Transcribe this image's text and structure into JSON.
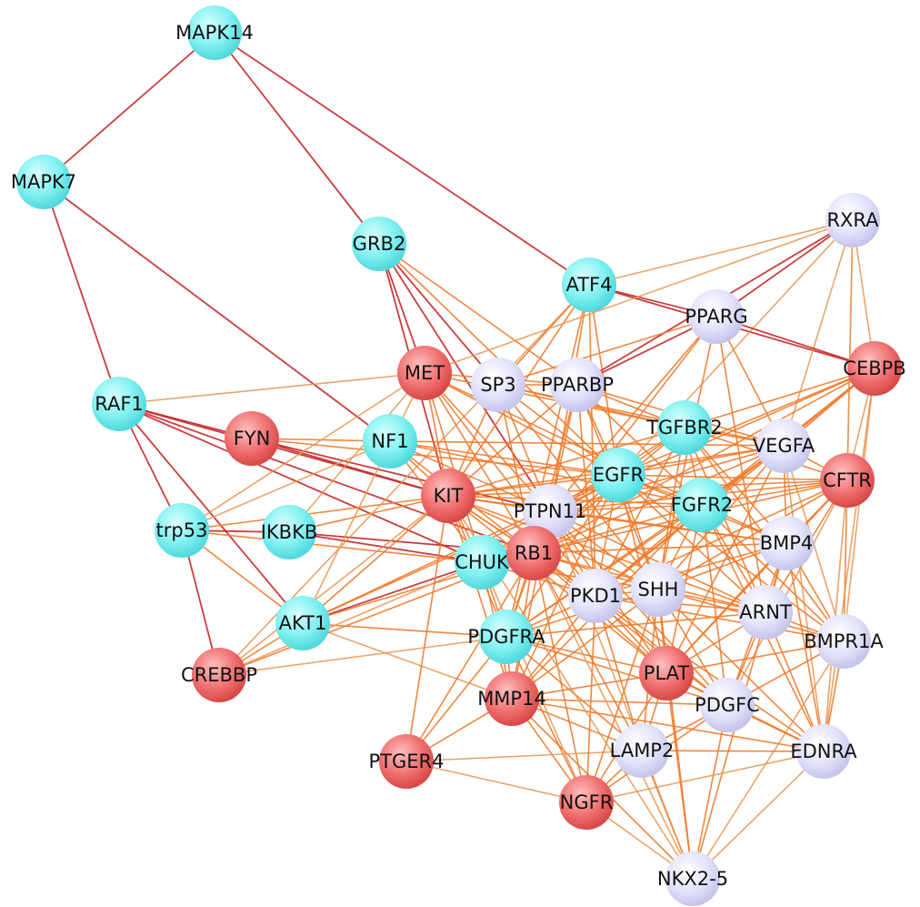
{
  "colors": {
    "cyan": "#7ff2f2",
    "red": "#ef6f6f",
    "lavender": "#dcdcf7",
    "edge_orange": "#f07a2a",
    "edge_red": "#c62828",
    "edge_tan": "#e89450"
  },
  "nodes": [
    {
      "id": "MAPK14",
      "label": "MAPK14",
      "color": "cyan"
    },
    {
      "id": "MAPK7",
      "label": "MAPK7",
      "color": "cyan"
    },
    {
      "id": "GRB2",
      "label": "GRB2",
      "color": "cyan"
    },
    {
      "id": "ATF4",
      "label": "ATF4",
      "color": "cyan"
    },
    {
      "id": "RXRA",
      "label": "RXRA",
      "color": "lavender"
    },
    {
      "id": "PPARG",
      "label": "PPARG",
      "color": "lavender"
    },
    {
      "id": "CEBPB",
      "label": "CEBPB",
      "color": "red"
    },
    {
      "id": "MET",
      "label": "MET",
      "color": "red"
    },
    {
      "id": "SP3",
      "label": "SP3",
      "color": "lavender"
    },
    {
      "id": "PPARBP",
      "label": "PPARBP",
      "color": "lavender"
    },
    {
      "id": "RAF1",
      "label": "RAF1",
      "color": "cyan"
    },
    {
      "id": "FYN",
      "label": "FYN",
      "color": "red"
    },
    {
      "id": "NF1",
      "label": "NF1",
      "color": "cyan"
    },
    {
      "id": "TGFBR2",
      "label": "TGFBR2",
      "color": "cyan"
    },
    {
      "id": "VEGFA",
      "label": "VEGFA",
      "color": "lavender"
    },
    {
      "id": "CFTR",
      "label": "CFTR",
      "color": "red"
    },
    {
      "id": "EGFR",
      "label": "EGFR",
      "color": "cyan"
    },
    {
      "id": "KIT",
      "label": "KIT",
      "color": "red"
    },
    {
      "id": "PTPN11",
      "label": "PTPN11",
      "color": "lavender"
    },
    {
      "id": "FGFR2",
      "label": "FGFR2",
      "color": "cyan"
    },
    {
      "id": "trp53",
      "label": "trp53",
      "color": "cyan"
    },
    {
      "id": "IKBKB",
      "label": "IKBKB",
      "color": "cyan"
    },
    {
      "id": "BMP4",
      "label": "BMP4",
      "color": "lavender"
    },
    {
      "id": "CHUK",
      "label": "CHUK",
      "color": "cyan"
    },
    {
      "id": "RB1",
      "label": "RB1",
      "color": "red"
    },
    {
      "id": "PKD1",
      "label": "PKD1",
      "color": "lavender"
    },
    {
      "id": "SHH",
      "label": "SHH",
      "color": "lavender"
    },
    {
      "id": "ARNT",
      "label": "ARNT",
      "color": "lavender"
    },
    {
      "id": "AKT1",
      "label": "AKT1",
      "color": "cyan"
    },
    {
      "id": "BMPR1A",
      "label": "BMPR1A",
      "color": "lavender"
    },
    {
      "id": "PDGFRA",
      "label": "PDGFRA",
      "color": "cyan"
    },
    {
      "id": "CREBBP",
      "label": "CREBBP",
      "color": "red"
    },
    {
      "id": "PLAT",
      "label": "PLAT",
      "color": "red"
    },
    {
      "id": "MMP14",
      "label": "MMP14",
      "color": "red"
    },
    {
      "id": "PDGFC",
      "label": "PDGFC",
      "color": "lavender"
    },
    {
      "id": "LAMP2",
      "label": "LAMP2",
      "color": "lavender"
    },
    {
      "id": "EDNRA",
      "label": "EDNRA",
      "color": "lavender"
    },
    {
      "id": "PTGER4",
      "label": "PTGER4",
      "color": "red"
    },
    {
      "id": "NGFR",
      "label": "NGFR",
      "color": "red"
    },
    {
      "id": "NKX2-5",
      "label": "NKX2-5",
      "color": "lavender"
    }
  ],
  "edges": [
    [
      "MAPK14",
      "MAPK7",
      "red"
    ],
    [
      "MAPK14",
      "GRB2",
      "red"
    ],
    [
      "MAPK14",
      "ATF4",
      "red"
    ],
    [
      "MAPK7",
      "RAF1",
      "red"
    ],
    [
      "MAPK7",
      "NF1",
      "red"
    ],
    [
      "GRB2",
      "MET",
      "red"
    ],
    [
      "GRB2",
      "SP3",
      "red"
    ],
    [
      "GRB2",
      "KIT",
      "red"
    ],
    [
      "GRB2",
      "PTPN11",
      "red"
    ],
    [
      "GRB2",
      "EGFR",
      "orange"
    ],
    [
      "GRB2",
      "PPARBP",
      "orange"
    ],
    [
      "RAF1",
      "FYN",
      "red"
    ],
    [
      "RAF1",
      "AKT1",
      "red"
    ],
    [
      "RAF1",
      "CHUK",
      "red"
    ],
    [
      "RAF1",
      "KIT",
      "red"
    ],
    [
      "RAF1",
      "MET",
      "tan"
    ],
    [
      "RAF1",
      "trp53",
      "red"
    ],
    [
      "RAF1",
      "RB1",
      "red"
    ],
    [
      "FYN",
      "KIT",
      "red"
    ],
    [
      "FYN",
      "EGFR",
      "orange"
    ],
    [
      "FYN",
      "PTPN11",
      "red"
    ],
    [
      "FYN",
      "NF1",
      "orange"
    ],
    [
      "trp53",
      "IKBKB",
      "red"
    ],
    [
      "trp53",
      "CREBBP",
      "red"
    ],
    [
      "trp53",
      "AKT1",
      "orange"
    ],
    [
      "trp53",
      "CHUK",
      "orange"
    ],
    [
      "trp53",
      "MET",
      "tan"
    ],
    [
      "trp53",
      "NF1",
      "tan"
    ],
    [
      "trp53",
      "KIT",
      "orange"
    ],
    [
      "IKBKB",
      "CHUK",
      "red"
    ],
    [
      "IKBKB",
      "RB1",
      "red"
    ],
    [
      "IKBKB",
      "KIT",
      "orange"
    ],
    [
      "AKT1",
      "CREBBP",
      "orange"
    ],
    [
      "AKT1",
      "CHUK",
      "red"
    ],
    [
      "AKT1",
      "RB1",
      "orange"
    ],
    [
      "AKT1",
      "KIT",
      "orange"
    ],
    [
      "AKT1",
      "PDGFRA",
      "orange"
    ],
    [
      "AKT1",
      "EGFR",
      "orange"
    ],
    [
      "AKT1",
      "PTPN11",
      "orange"
    ],
    [
      "AKT1",
      "MMP14",
      "tan"
    ],
    [
      "CREBBP",
      "ATF4",
      "tan"
    ],
    [
      "CREBBP",
      "RB1",
      "orange"
    ],
    [
      "CREBBP",
      "CHUK",
      "tan"
    ],
    [
      "CREBBP",
      "KIT",
      "tan"
    ],
    [
      "CREBBP",
      "PDGFRA",
      "tan"
    ],
    [
      "ATF4",
      "RXRA",
      "tan"
    ],
    [
      "ATF4",
      "PPARG",
      "red"
    ],
    [
      "ATF4",
      "CEBPB",
      "red"
    ],
    [
      "ATF4",
      "EGFR",
      "orange"
    ],
    [
      "ATF4",
      "KIT",
      "orange"
    ],
    [
      "ATF4",
      "PTPN11",
      "orange"
    ],
    [
      "ATF4",
      "PKD1",
      "orange"
    ],
    [
      "ATF4",
      "SP3",
      "orange"
    ],
    [
      "ATF4",
      "PDGFRA",
      "orange"
    ],
    [
      "RXRA",
      "PPARG",
      "red"
    ],
    [
      "RXRA",
      "PPARBP",
      "red"
    ],
    [
      "RXRA",
      "CEBPB",
      "tan"
    ],
    [
      "RXRA",
      "VEGFA",
      "tan"
    ],
    [
      "RXRA",
      "CFTR",
      "tan"
    ],
    [
      "RXRA",
      "BMPR1A",
      "tan"
    ],
    [
      "RXRA",
      "EGFR",
      "tan"
    ],
    [
      "RXRA",
      "MET",
      "tan"
    ],
    [
      "PPARG",
      "CEBPB",
      "red"
    ],
    [
      "PPARG",
      "PPARBP",
      "red"
    ],
    [
      "PPARG",
      "SP3",
      "orange"
    ],
    [
      "PPARG",
      "VEGFA",
      "orange"
    ],
    [
      "PPARG",
      "RB1",
      "orange"
    ],
    [
      "PPARG",
      "PTPN11",
      "orange"
    ],
    [
      "PPARG",
      "SHH",
      "orange"
    ],
    [
      "PPARG",
      "ARNT",
      "orange"
    ],
    [
      "CEBPB",
      "VEGFA",
      "orange"
    ],
    [
      "CEBPB",
      "EGFR",
      "orange"
    ],
    [
      "CEBPB",
      "FGFR2",
      "orange"
    ],
    [
      "CEBPB",
      "RB1",
      "orange"
    ],
    [
      "CEBPB",
      "PTPN11",
      "orange"
    ],
    [
      "CEBPB",
      "PKD1",
      "orange"
    ],
    [
      "CEBPB",
      "TGFBR2",
      "orange"
    ],
    [
      "CEBPB",
      "CFTR",
      "tan"
    ],
    [
      "CEBPB",
      "EDNRA",
      "tan"
    ],
    [
      "CEBPB",
      "BMPR1A",
      "tan"
    ],
    [
      "MET",
      "KIT",
      "orange"
    ],
    [
      "MET",
      "PTPN11",
      "orange"
    ],
    [
      "MET",
      "EGFR",
      "orange"
    ],
    [
      "MET",
      "RB1",
      "orange"
    ],
    [
      "MET",
      "FGFR2",
      "orange"
    ],
    [
      "MET",
      "CHUK",
      "orange"
    ],
    [
      "MET",
      "PKD1",
      "orange"
    ],
    [
      "MET",
      "TGFBR2",
      "orange"
    ],
    [
      "MET",
      "PPARBP",
      "orange"
    ],
    [
      "MET",
      "IKBKB",
      "tan"
    ],
    [
      "MET",
      "AKT1",
      "tan"
    ],
    [
      "SP3",
      "PPARBP",
      "orange"
    ],
    [
      "SP3",
      "EGFR",
      "orange"
    ],
    [
      "SP3",
      "RB1",
      "orange"
    ],
    [
      "SP3",
      "PTPN11",
      "orange"
    ],
    [
      "SP3",
      "KIT",
      "orange"
    ],
    [
      "SP3",
      "VEGFA",
      "orange"
    ],
    [
      "SP3",
      "TGFBR2",
      "orange"
    ],
    [
      "SP3",
      "SHH",
      "orange"
    ],
    [
      "PPARBP",
      "EGFR",
      "orange"
    ],
    [
      "PPARBP",
      "PTPN11",
      "orange"
    ],
    [
      "PPARBP",
      "RB1",
      "orange"
    ],
    [
      "PPARBP",
      "KIT",
      "orange"
    ],
    [
      "PPARBP",
      "TGFBR2",
      "orange"
    ],
    [
      "PPARBP",
      "FGFR2",
      "orange"
    ],
    [
      "PPARBP",
      "VEGFA",
      "orange"
    ],
    [
      "PPARBP",
      "PKD1",
      "orange"
    ],
    [
      "PPARBP",
      "SHH",
      "orange"
    ],
    [
      "NF1",
      "KIT",
      "orange"
    ],
    [
      "NF1",
      "EGFR",
      "orange"
    ],
    [
      "NF1",
      "PTPN11",
      "orange"
    ],
    [
      "NF1",
      "RB1",
      "orange"
    ],
    [
      "NF1",
      "CHUK",
      "orange"
    ],
    [
      "NF1",
      "FGFR2",
      "orange"
    ],
    [
      "NF1",
      "VEGFA",
      "orange"
    ],
    [
      "KIT",
      "PTPN11",
      "orange"
    ],
    [
      "KIT",
      "EGFR",
      "orange"
    ],
    [
      "KIT",
      "RB1",
      "orange"
    ],
    [
      "KIT",
      "CHUK",
      "orange"
    ],
    [
      "KIT",
      "FGFR2",
      "orange"
    ],
    [
      "KIT",
      "PDGFRA",
      "orange"
    ],
    [
      "KIT",
      "PKD1",
      "orange"
    ],
    [
      "KIT",
      "TGFBR2",
      "orange"
    ],
    [
      "KIT",
      "VEGFA",
      "orange"
    ],
    [
      "KIT",
      "CFTR",
      "orange"
    ],
    [
      "KIT",
      "MMP14",
      "orange"
    ],
    [
      "KIT",
      "PLAT",
      "orange"
    ],
    [
      "KIT",
      "SHH",
      "orange"
    ],
    [
      "KIT",
      "BMP4",
      "orange"
    ],
    [
      "KIT",
      "ARNT",
      "orange"
    ],
    [
      "EGFR",
      "PTPN11",
      "orange"
    ],
    [
      "EGFR",
      "FGFR2",
      "orange"
    ],
    [
      "EGFR",
      "TGFBR2",
      "orange"
    ],
    [
      "EGFR",
      "VEGFA",
      "orange"
    ],
    [
      "EGFR",
      "CFTR",
      "orange"
    ],
    [
      "EGFR",
      "RB1",
      "orange"
    ],
    [
      "EGFR",
      "CHUK",
      "orange"
    ],
    [
      "EGFR",
      "PKD1",
      "orange"
    ],
    [
      "EGFR",
      "SHH",
      "orange"
    ],
    [
      "EGFR",
      "BMP4",
      "orange"
    ],
    [
      "EGFR",
      "PDGFRA",
      "orange"
    ],
    [
      "EGFR",
      "MMP14",
      "orange"
    ],
    [
      "EGFR",
      "PLAT",
      "orange"
    ],
    [
      "EGFR",
      "ARNT",
      "orange"
    ],
    [
      "EGFR",
      "BMPR1A",
      "orange"
    ],
    [
      "TGFBR2",
      "VEGFA",
      "orange"
    ],
    [
      "TGFBR2",
      "FGFR2",
      "orange"
    ],
    [
      "TGFBR2",
      "PTPN11",
      "orange"
    ],
    [
      "TGFBR2",
      "CFTR",
      "orange"
    ],
    [
      "TGFBR2",
      "BMP4",
      "orange"
    ],
    [
      "TGFBR2",
      "SHH",
      "orange"
    ],
    [
      "TGFBR2",
      "RB1",
      "orange"
    ],
    [
      "TGFBR2",
      "PKD1",
      "orange"
    ],
    [
      "TGFBR2",
      "ARNT",
      "orange"
    ],
    [
      "TGFBR2",
      "BMPR1A",
      "orange"
    ],
    [
      "VEGFA",
      "CFTR",
      "orange"
    ],
    [
      "VEGFA",
      "FGFR2",
      "orange"
    ],
    [
      "VEGFA",
      "BMP4",
      "orange"
    ],
    [
      "VEGFA",
      "PTPN11",
      "orange"
    ],
    [
      "VEGFA",
      "RB1",
      "orange"
    ],
    [
      "VEGFA",
      "PKD1",
      "orange"
    ],
    [
      "VEGFA",
      "SHH",
      "orange"
    ],
    [
      "VEGFA",
      "PLAT",
      "orange"
    ],
    [
      "VEGFA",
      "PDGFRA",
      "orange"
    ],
    [
      "VEGFA",
      "EDNRA",
      "tan"
    ],
    [
      "VEGFA",
      "BMPR1A",
      "tan"
    ],
    [
      "CFTR",
      "FGFR2",
      "orange"
    ],
    [
      "CFTR",
      "BMP4",
      "orange"
    ],
    [
      "CFTR",
      "PTPN11",
      "orange"
    ],
    [
      "CFTR",
      "RB1",
      "orange"
    ],
    [
      "CFTR",
      "PKD1",
      "orange"
    ],
    [
      "CFTR",
      "SHH",
      "orange"
    ],
    [
      "CFTR",
      "ARNT",
      "orange"
    ],
    [
      "CFTR",
      "BMPR1A",
      "tan"
    ],
    [
      "CFTR",
      "PDGFC",
      "tan"
    ],
    [
      "CFTR",
      "EDNRA",
      "tan"
    ],
    [
      "CFTR",
      "PLAT",
      "orange"
    ],
    [
      "PTPN11",
      "FGFR2",
      "orange"
    ],
    [
      "PTPN11",
      "RB1",
      "orange"
    ],
    [
      "PTPN11",
      "CHUK",
      "orange"
    ],
    [
      "PTPN11",
      "PKD1",
      "orange"
    ],
    [
      "PTPN11",
      "SHH",
      "orange"
    ],
    [
      "PTPN11",
      "PDGFRA",
      "orange"
    ],
    [
      "PTPN11",
      "BMP4",
      "orange"
    ],
    [
      "PTPN11",
      "ARNT",
      "orange"
    ],
    [
      "PTPN11",
      "MMP14",
      "orange"
    ],
    [
      "PTPN11",
      "PLAT",
      "orange"
    ],
    [
      "PTPN11",
      "PDGFC",
      "orange"
    ],
    [
      "FGFR2",
      "BMP4",
      "orange"
    ],
    [
      "FGFR2",
      "SHH",
      "orange"
    ],
    [
      "FGFR2",
      "PKD1",
      "orange"
    ],
    [
      "FGFR2",
      "ARNT",
      "orange"
    ],
    [
      "FGFR2",
      "RB1",
      "orange"
    ],
    [
      "FGFR2",
      "PDGFRA",
      "orange"
    ],
    [
      "FGFR2",
      "BMPR1A",
      "orange"
    ],
    [
      "FGFR2",
      "PLAT",
      "orange"
    ],
    [
      "FGFR2",
      "PDGFC",
      "orange"
    ],
    [
      "FGFR2",
      "EDNRA",
      "orange"
    ],
    [
      "FGFR2",
      "MMP14",
      "orange"
    ],
    [
      "CHUK",
      "RB1",
      "red"
    ],
    [
      "CHUK",
      "PKD1",
      "orange"
    ],
    [
      "CHUK",
      "PDGFRA",
      "orange"
    ],
    [
      "CHUK",
      "MMP14",
      "orange"
    ],
    [
      "CHUK",
      "SHH",
      "orange"
    ],
    [
      "RB1",
      "PKD1",
      "orange"
    ],
    [
      "RB1",
      "SHH",
      "orange"
    ],
    [
      "RB1",
      "PDGFRA",
      "orange"
    ],
    [
      "RB1",
      "MMP14",
      "orange"
    ],
    [
      "RB1",
      "PLAT",
      "orange"
    ],
    [
      "RB1",
      "BMP4",
      "orange"
    ],
    [
      "RB1",
      "ARNT",
      "orange"
    ],
    [
      "RB1",
      "LAMP2",
      "orange"
    ],
    [
      "RB1",
      "NGFR",
      "orange"
    ],
    [
      "RB1",
      "PDGFC",
      "orange"
    ],
    [
      "PKD1",
      "SHH",
      "orange"
    ],
    [
      "PKD1",
      "PDGFRA",
      "orange"
    ],
    [
      "PKD1",
      "MMP14",
      "orange"
    ],
    [
      "PKD1",
      "PLAT",
      "orange"
    ],
    [
      "PKD1",
      "ARNT",
      "orange"
    ],
    [
      "PKD1",
      "BMP4",
      "orange"
    ],
    [
      "PKD1",
      "LAMP2",
      "orange"
    ],
    [
      "PKD1",
      "PDGFC",
      "orange"
    ],
    [
      "PKD1",
      "NGFR",
      "orange"
    ],
    [
      "PKD1",
      "BMPR1A",
      "orange"
    ],
    [
      "PKD1",
      "EDNRA",
      "orange"
    ],
    [
      "SHH",
      "ARNT",
      "orange"
    ],
    [
      "SHH",
      "BMP4",
      "orange"
    ],
    [
      "SHH",
      "PLAT",
      "orange"
    ],
    [
      "SHH",
      "PDGFC",
      "orange"
    ],
    [
      "SHH",
      "BMPR1A",
      "orange"
    ],
    [
      "SHH",
      "LAMP2",
      "orange"
    ],
    [
      "SHH",
      "NGFR",
      "orange"
    ],
    [
      "SHH",
      "MMP14",
      "orange"
    ],
    [
      "SHH",
      "PDGFRA",
      "orange"
    ],
    [
      "SHH",
      "EDNRA",
      "orange"
    ],
    [
      "SHH",
      "NKX2-5",
      "orange"
    ],
    [
      "BMP4",
      "ARNT",
      "orange"
    ],
    [
      "BMP4",
      "BMPR1A",
      "orange"
    ],
    [
      "BMP4",
      "PLAT",
      "orange"
    ],
    [
      "BMP4",
      "PDGFC",
      "orange"
    ],
    [
      "BMP4",
      "NKX2-5",
      "orange"
    ],
    [
      "BMP4",
      "EDNRA",
      "orange"
    ],
    [
      "ARNT",
      "BMPR1A",
      "orange"
    ],
    [
      "ARNT",
      "PLAT",
      "orange"
    ],
    [
      "ARNT",
      "PDGFC",
      "orange"
    ],
    [
      "ARNT",
      "EDNRA",
      "orange"
    ],
    [
      "BMPR1A",
      "EDNRA",
      "orange"
    ],
    [
      "BMPR1A",
      "PDGFC",
      "orange"
    ],
    [
      "BMPR1A",
      "PLAT",
      "orange"
    ],
    [
      "BMPR1A",
      "NKX2-5",
      "tan"
    ],
    [
      "PDGFRA",
      "MMP14",
      "orange"
    ],
    [
      "PDGFRA",
      "PLAT",
      "orange"
    ],
    [
      "PDGFRA",
      "LAMP2",
      "orange"
    ],
    [
      "PDGFRA",
      "NGFR",
      "orange"
    ],
    [
      "PDGFRA",
      "PDGFC",
      "orange"
    ],
    [
      "PDGFRA",
      "PTGER4",
      "orange"
    ],
    [
      "PDGFRA",
      "ARNT",
      "orange"
    ],
    [
      "PLAT",
      "PDGFC",
      "orange"
    ],
    [
      "PLAT",
      "MMP14",
      "orange"
    ],
    [
      "PLAT",
      "LAMP2",
      "orange"
    ],
    [
      "PLAT",
      "NGFR",
      "orange"
    ],
    [
      "PLAT",
      "EDNRA",
      "orange"
    ],
    [
      "PLAT",
      "NKX2-5",
      "orange"
    ],
    [
      "MMP14",
      "PTGER4",
      "orange"
    ],
    [
      "MMP14",
      "NGFR",
      "orange"
    ],
    [
      "MMP14",
      "LAMP2",
      "orange"
    ],
    [
      "MMP14",
      "PDGFC",
      "orange"
    ],
    [
      "MMP14",
      "NKX2-5",
      "orange"
    ],
    [
      "MMP14",
      "EDNRA",
      "orange"
    ],
    [
      "PDGFC",
      "LAMP2",
      "orange"
    ],
    [
      "PDGFC",
      "EDNRA",
      "orange"
    ],
    [
      "PDGFC",
      "NGFR",
      "orange"
    ],
    [
      "PDGFC",
      "NKX2-5",
      "orange"
    ],
    [
      "LAMP2",
      "NGFR",
      "orange"
    ],
    [
      "LAMP2",
      "EDNRA",
      "orange"
    ],
    [
      "LAMP2",
      "NKX2-5",
      "orange"
    ],
    [
      "LAMP2",
      "PTGER4",
      "tan"
    ],
    [
      "NGFR",
      "EDNRA",
      "tan"
    ],
    [
      "NGFR",
      "NKX2-5",
      "tan"
    ],
    [
      "NGFR",
      "PTGER4",
      "tan"
    ],
    [
      "EDNRA",
      "NKX2-5",
      "tan"
    ],
    [
      "PTGER4",
      "KIT",
      "orange"
    ],
    [
      "PTGER4",
      "RB1",
      "orange"
    ],
    [
      "CHUK",
      "NGFR",
      "tan"
    ],
    [
      "KIT",
      "NKX2-5",
      "tan"
    ],
    [
      "RB1",
      "NKX2-5",
      "tan"
    ],
    [
      "PTPN11",
      "NKX2-5",
      "tan"
    ]
  ]
}
